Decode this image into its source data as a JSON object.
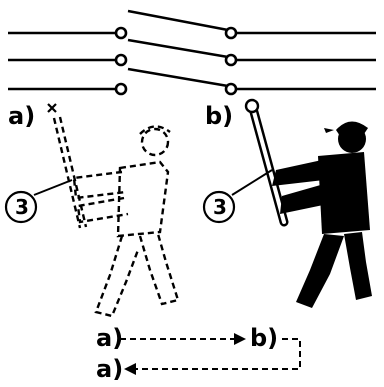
{
  "panels": {
    "a_label": "a)",
    "b_label": "b)"
  },
  "callouts": {
    "left_number": "3",
    "right_number": "3"
  },
  "sequence": {
    "start_label": "a)",
    "middle_label": "b)",
    "return_label": "a)"
  },
  "colors": {
    "ink": "#000000",
    "paper": "#ffffff"
  }
}
